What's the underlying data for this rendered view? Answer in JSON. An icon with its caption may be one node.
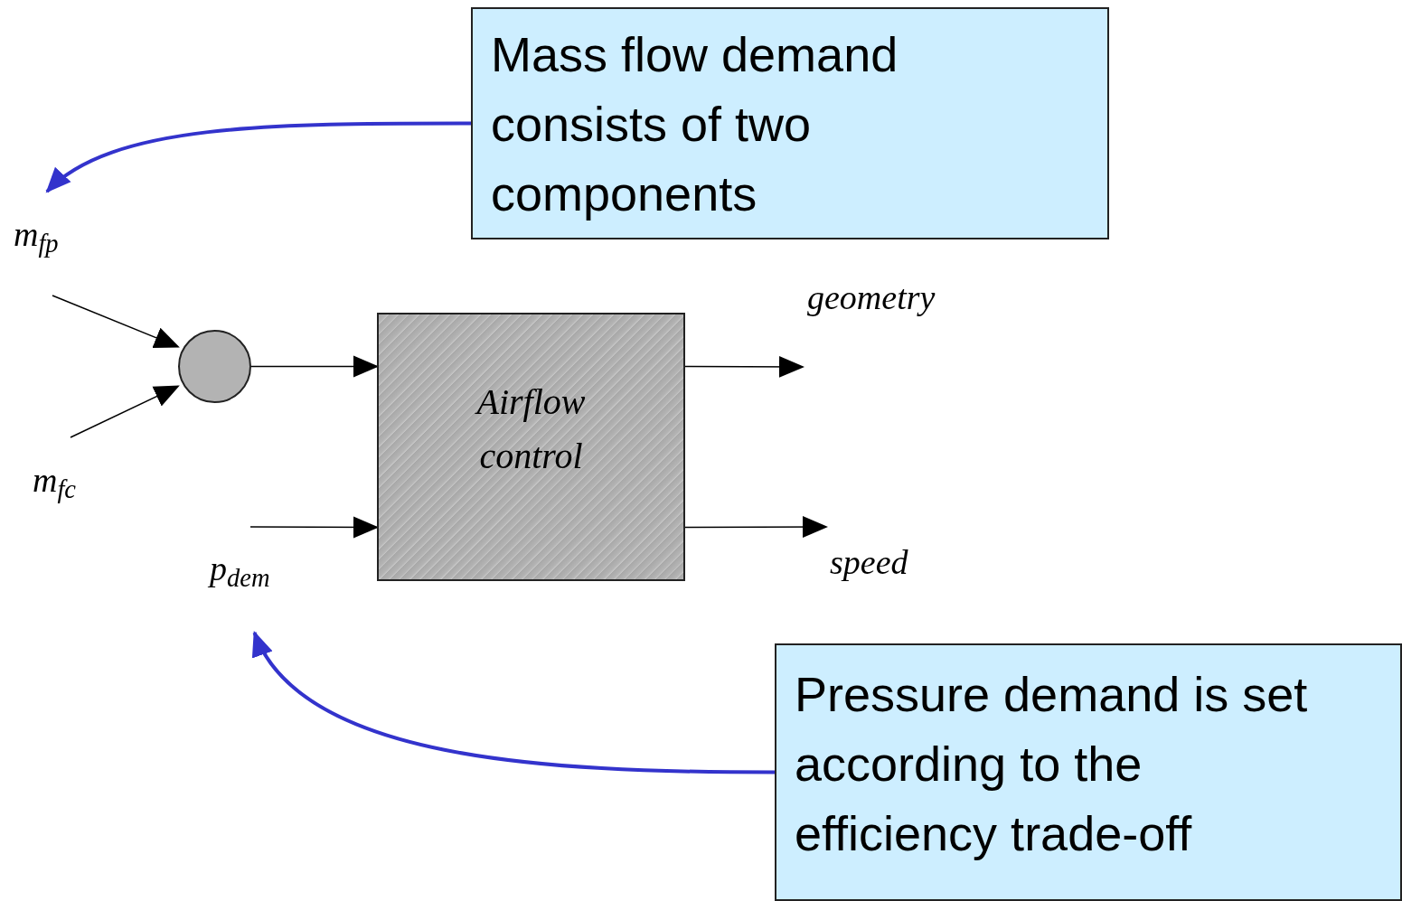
{
  "diagram": {
    "nodes": [
      {
        "text": [
          "Mass flow demand consists of two components"
        ]
      },
      {
        "text": [
          "m$_{fp}$"
        ]
      },
      {
        "text": [
          "m$_{fc}$"
        ]
      },
      {
        "text": [],
        "shape": "circle"
      },
      {
        "text": [
          "Airflow control"
        ]
      },
      {
        "text": [
          "p$_{dem}$"
        ]
      },
      {
        "text": [
          "geometry"
        ]
      },
      {
        "text": [
          "speed"
        ]
      },
      {
        "text": [
          "Pressure demand is set according to the efficiency trade-off"
        ]
      }
    ],
    "edges": [
      {
        "from": 0,
        "to": 1,
        "arrow": "to",
        "style": "thick",
        "color": "#3333cc"
      },
      {
        "from": 1,
        "to": 3,
        "arrow": "to"
      },
      {
        "from": 2,
        "to": 3,
        "arrow": "to"
      },
      {
        "from": 3,
        "to": 4,
        "arrow": "to"
      },
      {
        "from": 5,
        "to": 4,
        "arrow": "to"
      },
      {
        "from": 4,
        "to": 6,
        "arrow": "to"
      },
      {
        "from": 4,
        "to": 7,
        "arrow": "to"
      },
      {
        "from": 8,
        "to": 5,
        "arrow": "to",
        "style": "thick",
        "color": "#3333cc"
      }
    ]
  }
}
